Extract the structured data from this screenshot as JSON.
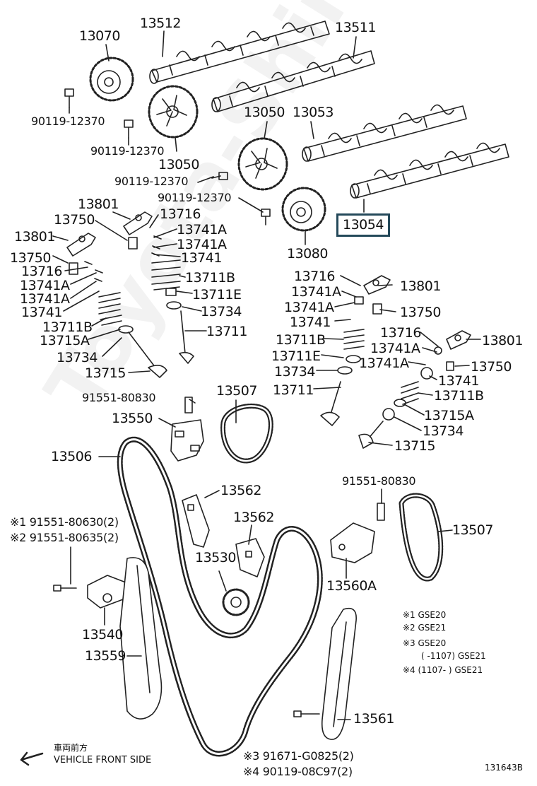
{
  "watermark": "Toyota-Shine.ru",
  "labels": {
    "p13070": "13070",
    "p13512": "13512",
    "p13511": "13511",
    "bolt_a": "90119-12370",
    "bolt_b": "90119-12370",
    "p13050a": "13050",
    "p13050b": "13050",
    "p13053": "13053",
    "bolt_c": "90119-12370",
    "bolt_d": "90119-12370",
    "p13054": "13054",
    "p13080": "13080",
    "l_13801a": "13801",
    "l_13750a": "13750",
    "l_13801b": "13801",
    "l_13750b": "13750",
    "l_13716a": "13716",
    "l_13741Aa": "13741A",
    "l_13741Ab": "13741A",
    "l_13741a": "13741",
    "l_13711Ba": "13711B",
    "l_13715Aa": "13715A",
    "l_13734a": "13734",
    "l_13715a": "13715",
    "m_13716": "13716",
    "m_13741Aa": "13741A",
    "m_13741Ab": "13741A",
    "m_13741": "13741",
    "m_13711B": "13711B",
    "m_13711E": "13711E",
    "m_13734": "13734",
    "m_13711": "13711",
    "r_13716a": "13716",
    "r_13741Aa": "13741A",
    "r_13801a": "13801",
    "r_13741Ab": "13741A",
    "r_13750a": "13750",
    "r_13741a": "13741",
    "r_13711B": "13711B",
    "r_13711E": "13711E",
    "r_13734": "13734",
    "r_13711": "13711",
    "r_13716b": "13716",
    "r_13801b": "13801",
    "r_13741Ac": "13741A",
    "r_13741Ad": "13741A",
    "r_13750b": "13750",
    "r_13741b": "13741",
    "r_13711Bb": "13711B",
    "r_13715A": "13715A",
    "r_13734b": "13734",
    "r_13715": "13715",
    "p91551a": "91551-80830",
    "p13507a": "13507",
    "p13550": "13550",
    "p13506": "13506",
    "p13562a": "13562",
    "p13562b": "13562",
    "p91551b": "91551-80830",
    "p13507b": "13507",
    "n1": "※1 91551-80630(2)",
    "n2": "※2 91551-80635(2)",
    "p13530": "13530",
    "p13560A": "13560A",
    "p13540": "13540",
    "p13559": "13559",
    "p13561": "13561",
    "n3": "※3 91671-G0825(2)",
    "n4": "※4 90119-08C97(2)"
  },
  "legend": {
    "l1": "※1  GSE20",
    "l2": "※2  GSE21",
    "l3": "※3  GSE20",
    "l3b": "(    -1107) GSE21",
    "l4": "※4 (1107-    ) GSE21"
  },
  "front": {
    "jp": "車両前方",
    "en": "VEHICLE FRONT SIDE"
  },
  "figure_number": "131643B",
  "colors": {
    "line": "#222222",
    "highlight": "#24495a"
  }
}
